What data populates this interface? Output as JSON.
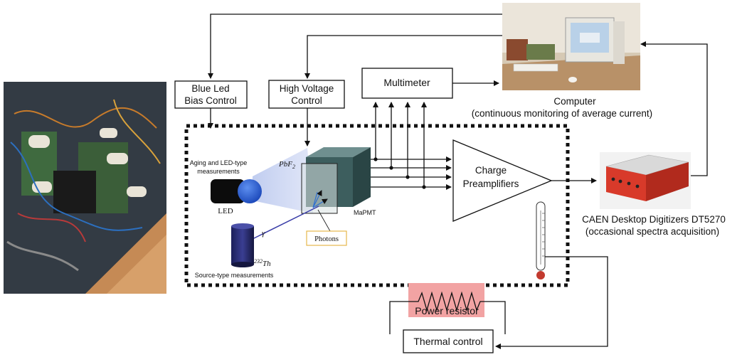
{
  "boxes": {
    "blue_led": [
      "Blue Led",
      "Bias Control"
    ],
    "high_voltage": [
      "High Voltage",
      "Control"
    ],
    "multimeter": "Multimeter",
    "preamp": [
      "Charge",
      "Preamplifiers"
    ],
    "thermal": "Thermal control",
    "power_resistor": "Power resistor"
  },
  "labels": {
    "computer": [
      "Computer",
      "(continuous monitoring of average current)"
    ],
    "digitizer": [
      "CAEN Desktop Digitizers DT5270",
      "(occasional spectra acquisition)"
    ],
    "aging": [
      "Aging and LED-type",
      "measurements"
    ],
    "led": "LED",
    "pbf2": "PbF",
    "pbf2_sub": "2",
    "mapmt": "MaPMT",
    "photons": "Photons",
    "gamma": "γ",
    "th_sup": "232",
    "th": "Th",
    "source": "Source-type measurements"
  },
  "colors": {
    "led_blue": "#1f5fd6",
    "highlight_red": "#f2a3a3",
    "pmt_green": "#3d5e5e",
    "digitizer_red": "#d83a2a",
    "photons_border": "#e6b84c"
  }
}
